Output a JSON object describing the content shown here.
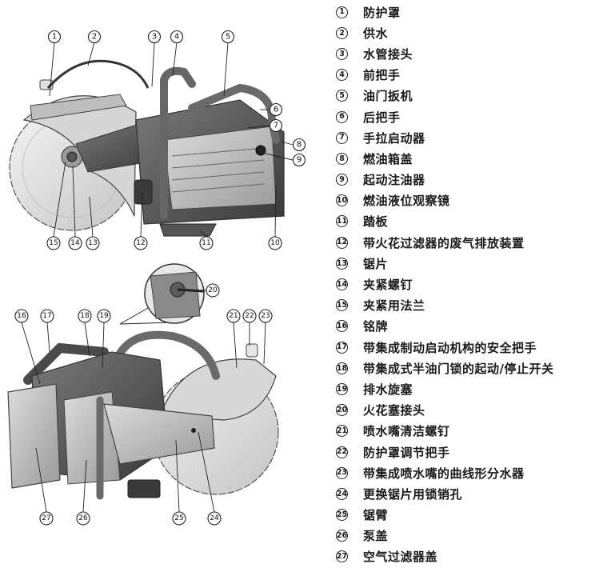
{
  "callouts_top": [
    "1",
    "2",
    "3",
    "4",
    "5",
    "6",
    "7",
    "8",
    "9",
    "10",
    "11",
    "12",
    "13",
    "14",
    "15"
  ],
  "callouts_bottom": [
    "16",
    "17",
    "18",
    "19",
    "20",
    "21",
    "22",
    "23",
    "24",
    "25",
    "26",
    "27"
  ],
  "legend": [
    {
      "num": "1",
      "label": "防护罩"
    },
    {
      "num": "2",
      "label": "供水"
    },
    {
      "num": "3",
      "label": "水管接头"
    },
    {
      "num": "4",
      "label": "前把手"
    },
    {
      "num": "5",
      "label": "油门扳机"
    },
    {
      "num": "6",
      "label": "后把手"
    },
    {
      "num": "7",
      "label": "手拉启动器"
    },
    {
      "num": "8",
      "label": "燃油箱盖"
    },
    {
      "num": "9",
      "label": "起动注油器"
    },
    {
      "num": "10",
      "label": "燃油液位观察镜"
    },
    {
      "num": "11",
      "label": "踏板"
    },
    {
      "num": "12",
      "label": "带火花过滤器的废气排放装置"
    },
    {
      "num": "13",
      "label": "锯片"
    },
    {
      "num": "14",
      "label": "夹紧螺钉"
    },
    {
      "num": "15",
      "label": "夹紧用法兰"
    },
    {
      "num": "16",
      "label": "铭牌"
    },
    {
      "num": "17",
      "label": "带集成制动启动机构的安全把手"
    },
    {
      "num": "18",
      "label": "带集成式半油门锁的起动/停止开关"
    },
    {
      "num": "19",
      "label": "排水旋塞"
    },
    {
      "num": "20",
      "label": "火花塞接头"
    },
    {
      "num": "21",
      "label": "喷水嘴清洁螺钉"
    },
    {
      "num": "22",
      "label": "防护罩调节把手"
    },
    {
      "num": "23",
      "label": "带集成喷水嘴的曲线形分水器"
    },
    {
      "num": "24",
      "label": "更换锯片用锁销孔"
    },
    {
      "num": "25",
      "label": "锯臂"
    },
    {
      "num": "26",
      "label": "泵盖"
    },
    {
      "num": "27",
      "label": "空气过滤器盖"
    }
  ]
}
